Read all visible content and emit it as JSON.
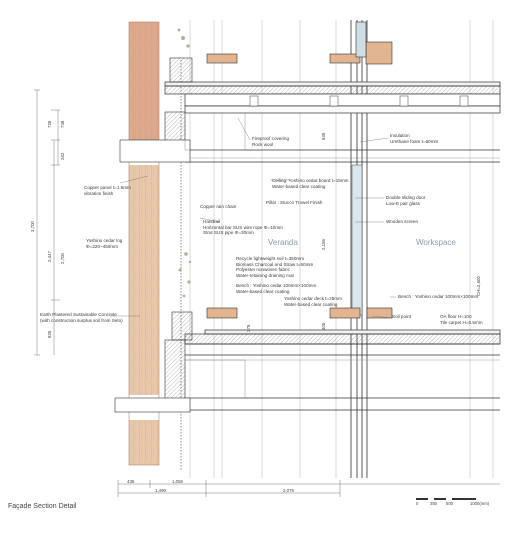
{
  "title": "Façade Section Detail",
  "rooms": {
    "veranda": "Veranda",
    "workspace": "Workspace"
  },
  "labels": {
    "fireproof": [
      "Fireproof covering",
      "Rock wool"
    ],
    "insulation": [
      "Insulation",
      "Urethane foam t=60mm"
    ],
    "ceiling": [
      "Ceiling: Yoshino cedar board  t=15mm",
      "Water-based  clear coating"
    ],
    "copper_panel": [
      "Copper panel t=1.5mm",
      "vibration finish"
    ],
    "pillar": [
      "Pillar : Stucco Trowel Finish"
    ],
    "double_door": [
      "Double sliding door",
      "Low-E pair glass"
    ],
    "rain_chain": [
      "Copper rain chain"
    ],
    "wooden_screen": [
      "Wooden screen"
    ],
    "handrail": [
      "Handrail",
      "Horizontal bar SUS wire rope  Φ=10mm",
      "Strut SUS pipe Φ=30mm"
    ],
    "cedar_log": [
      "Yoshino cedar log",
      "Φ=220~450mm"
    ],
    "soil": [
      "Recycle lightweight soil  t=350mm",
      "Biomass Charcoal and Straw t=50mm",
      "Polyester nonwoven fabric",
      "Water-retaining draining mat"
    ],
    "bench_veranda": [
      "Bench : Yoshino cedar 100mm×100mm",
      "Water-based clear coating"
    ],
    "deck": [
      "Yoshino cedar deck t=25mm",
      "Water-based clear coating"
    ],
    "earth_plaster": [
      "Earth Plastered Sustainable Concrete",
      "(with construction surplus soil from Seto)"
    ],
    "bench_work": [
      "Bench : Yoshino cedar 100mm×100mm"
    ],
    "soil_point": [
      "Soil point"
    ],
    "oa_floor": [
      "OA floor  H=100",
      "Tile carpet  H=6.5mm"
    ]
  },
  "dims": {
    "bottom": [
      "435",
      "1,055",
      "1,490",
      "2,075"
    ],
    "left_v": [
      "3,700",
      "2,447",
      "2,700",
      "825",
      "262",
      "728",
      "738"
    ],
    "mid_v": [
      "835",
      "2,155",
      "405",
      "375"
    ],
    "right_v": [
      "CH=2,600"
    ]
  },
  "scale": {
    "ticks": [
      "0",
      "250",
      "500",
      "1000(mm)"
    ]
  },
  "colors": {
    "line": "#3c3c3c",
    "wood": "#e7c7ad",
    "wood_dark": "#d6a98a",
    "glass": "#cfdde4",
    "accent": "#c0504d"
  }
}
